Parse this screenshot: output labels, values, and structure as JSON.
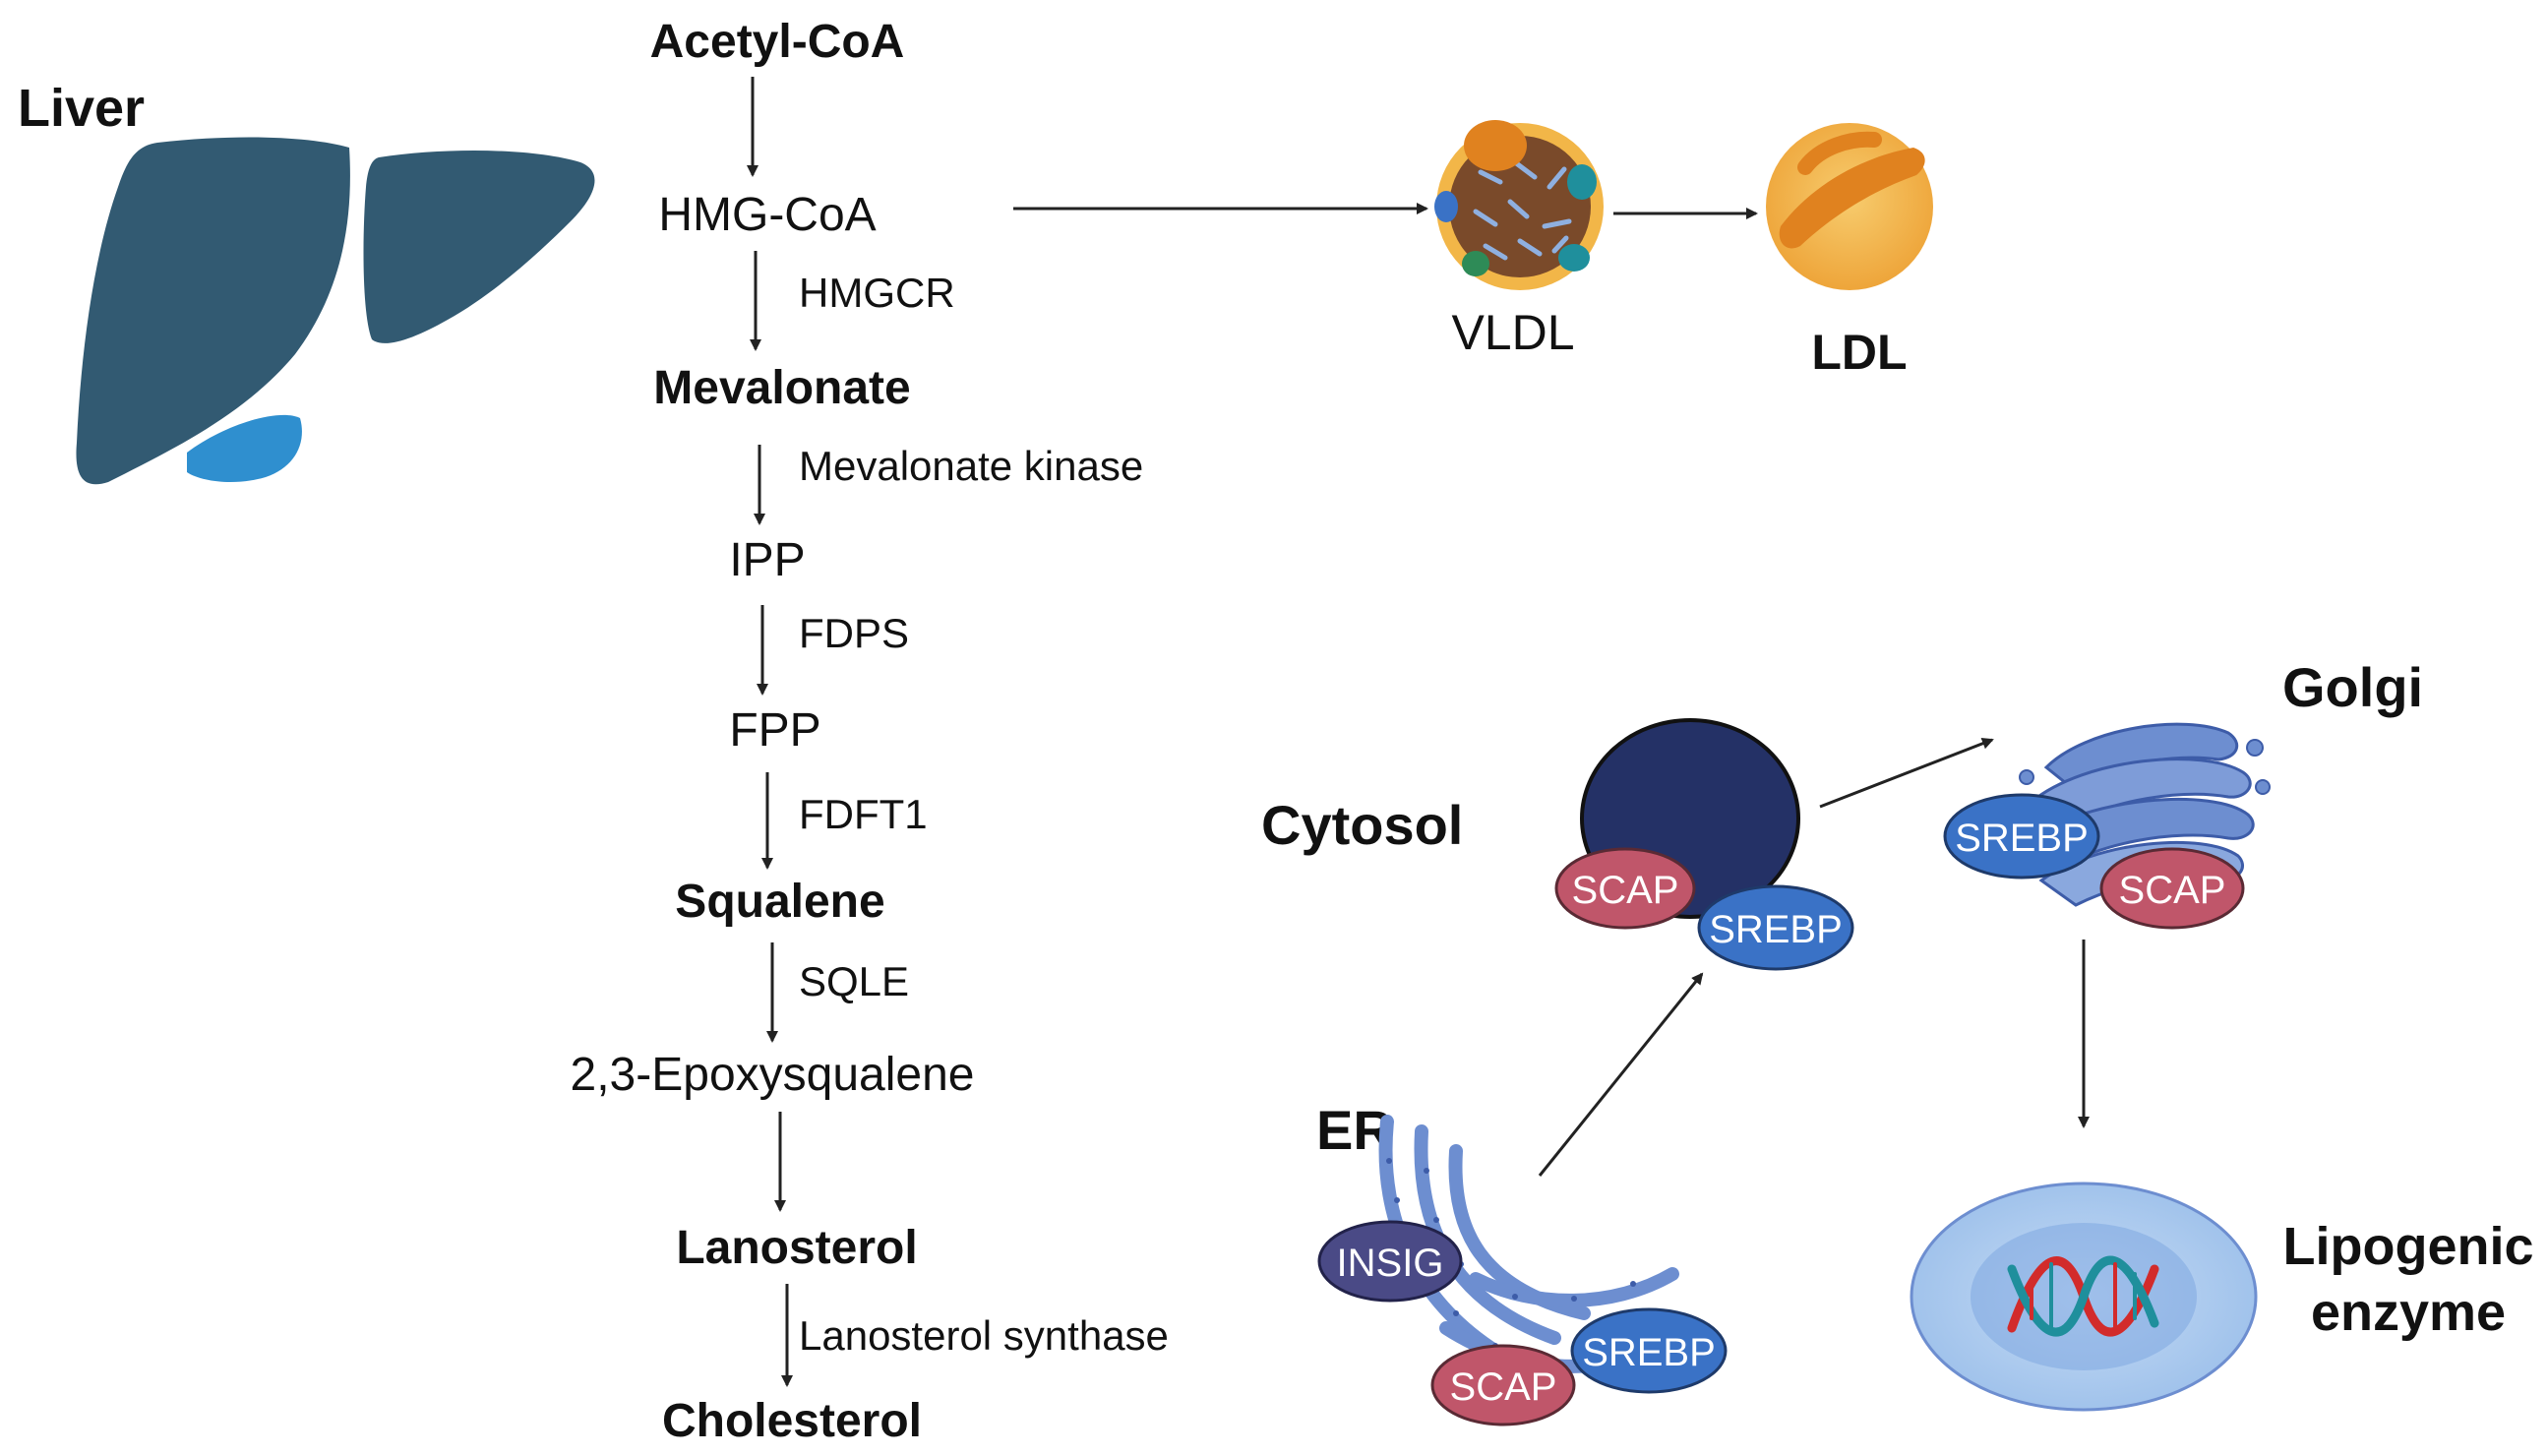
{
  "organ": {
    "label": "Liver",
    "colors": {
      "lobe": "#325a72",
      "gallbladder": "#2f8fcf"
    }
  },
  "pathway": {
    "metabolites": [
      {
        "name": "Acetyl-CoA",
        "bold": true
      },
      {
        "name": "HMG-CoA",
        "bold": false
      },
      {
        "name": "Mevalonate",
        "bold": true
      },
      {
        "name": "IPP",
        "bold": false
      },
      {
        "name": "FPP",
        "bold": false
      },
      {
        "name": "Squalene",
        "bold": true
      },
      {
        "name": "2,3-Epoxysqualene",
        "bold": false
      },
      {
        "name": "Lanosterol",
        "bold": true
      },
      {
        "name": "Cholesterol",
        "bold": true
      }
    ],
    "enzymes": [
      "HMGCR",
      "Mevalonate kinase",
      "FDPS",
      "FDFT1",
      "SQLE",
      "Lanosterol synthase"
    ]
  },
  "lipoproteins": {
    "vldl": "VLDL",
    "ldl": "LDL",
    "colors": {
      "ldl_fill": "#f3b64a",
      "ldl_band": "#e0821f",
      "vldl_core": "#7a4a2a",
      "vldl_shell": "#f2b648"
    }
  },
  "srebp_pathway": {
    "er_label": "ER",
    "cytosol_label": "Cytosol",
    "golgi_label": "Golgi",
    "nucleus_label_line1": "Lipogenic",
    "nucleus_label_line2": "enzyme",
    "proteins": {
      "insig": "INSIG",
      "scap": "SCAP",
      "srebp": "SREBP"
    },
    "colors": {
      "insig": "#4a4a86",
      "scap": "#c0566a",
      "srebp": "#3a72c6",
      "cytosol_blob": "#243166",
      "er": "#8aa8d8",
      "golgi": "#6d8ed0",
      "nucleus_outer": "#a8c8ee",
      "nucleus_inner": "#7fa8e0",
      "dna_red": "#d22b2b",
      "dna_teal": "#1f8f9c"
    }
  }
}
